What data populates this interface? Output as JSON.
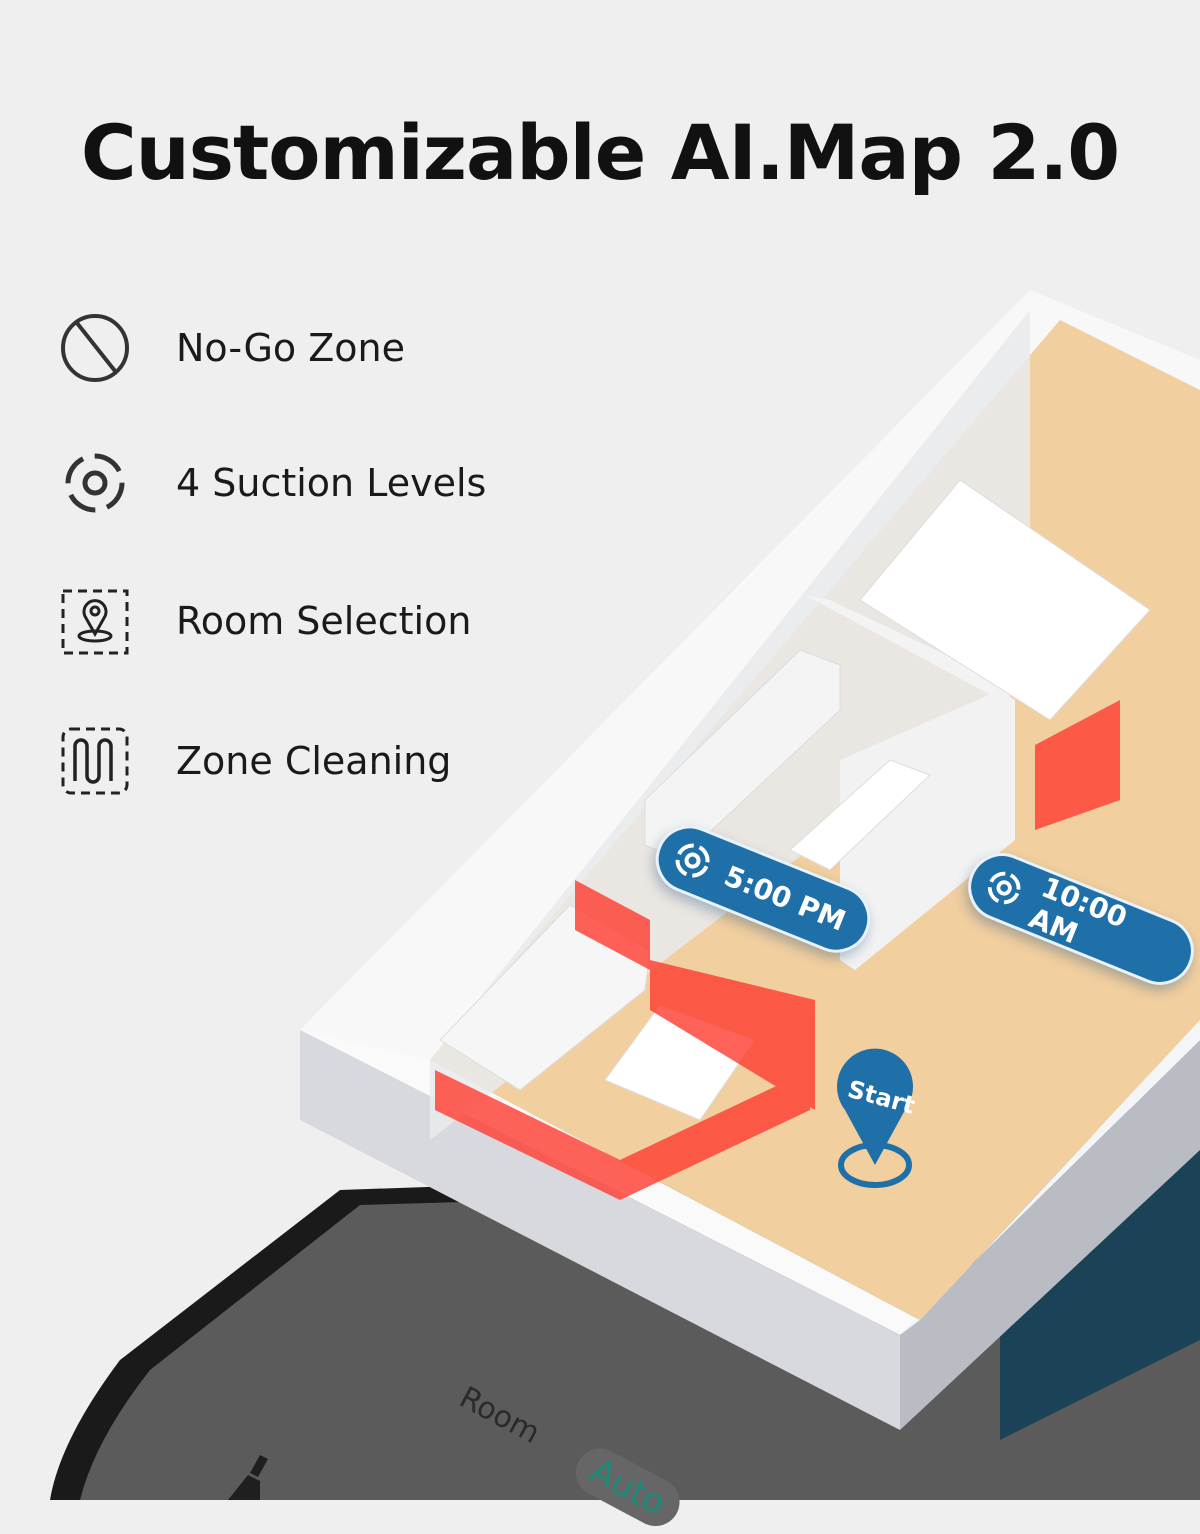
{
  "title": "Customizable AI.Map 2.0",
  "features": [
    {
      "icon": "no-go-circle-icon",
      "label": "No-Go Zone"
    },
    {
      "icon": "suction-vortex-icon",
      "label": "4 Suction Levels"
    },
    {
      "icon": "room-location-pin-icon",
      "label": "Room Selection"
    },
    {
      "icon": "zone-zigzag-icon",
      "label": "Zone Cleaning"
    }
  ],
  "map": {
    "schedules": [
      {
        "icon": "vortex-icon",
        "time": "5:00 PM"
      },
      {
        "icon": "vortex-icon",
        "time": "10:00 AM"
      }
    ],
    "start_label": "Start"
  },
  "phone": {
    "modes": [
      "Room",
      "Auto"
    ],
    "selected_mode": "Auto",
    "accent": "#1e8a7a"
  },
  "colors": {
    "background": "#efefef",
    "pill": "#1f6fa8",
    "no_go": "#ff3b30",
    "floor": "#f1cf9f"
  }
}
